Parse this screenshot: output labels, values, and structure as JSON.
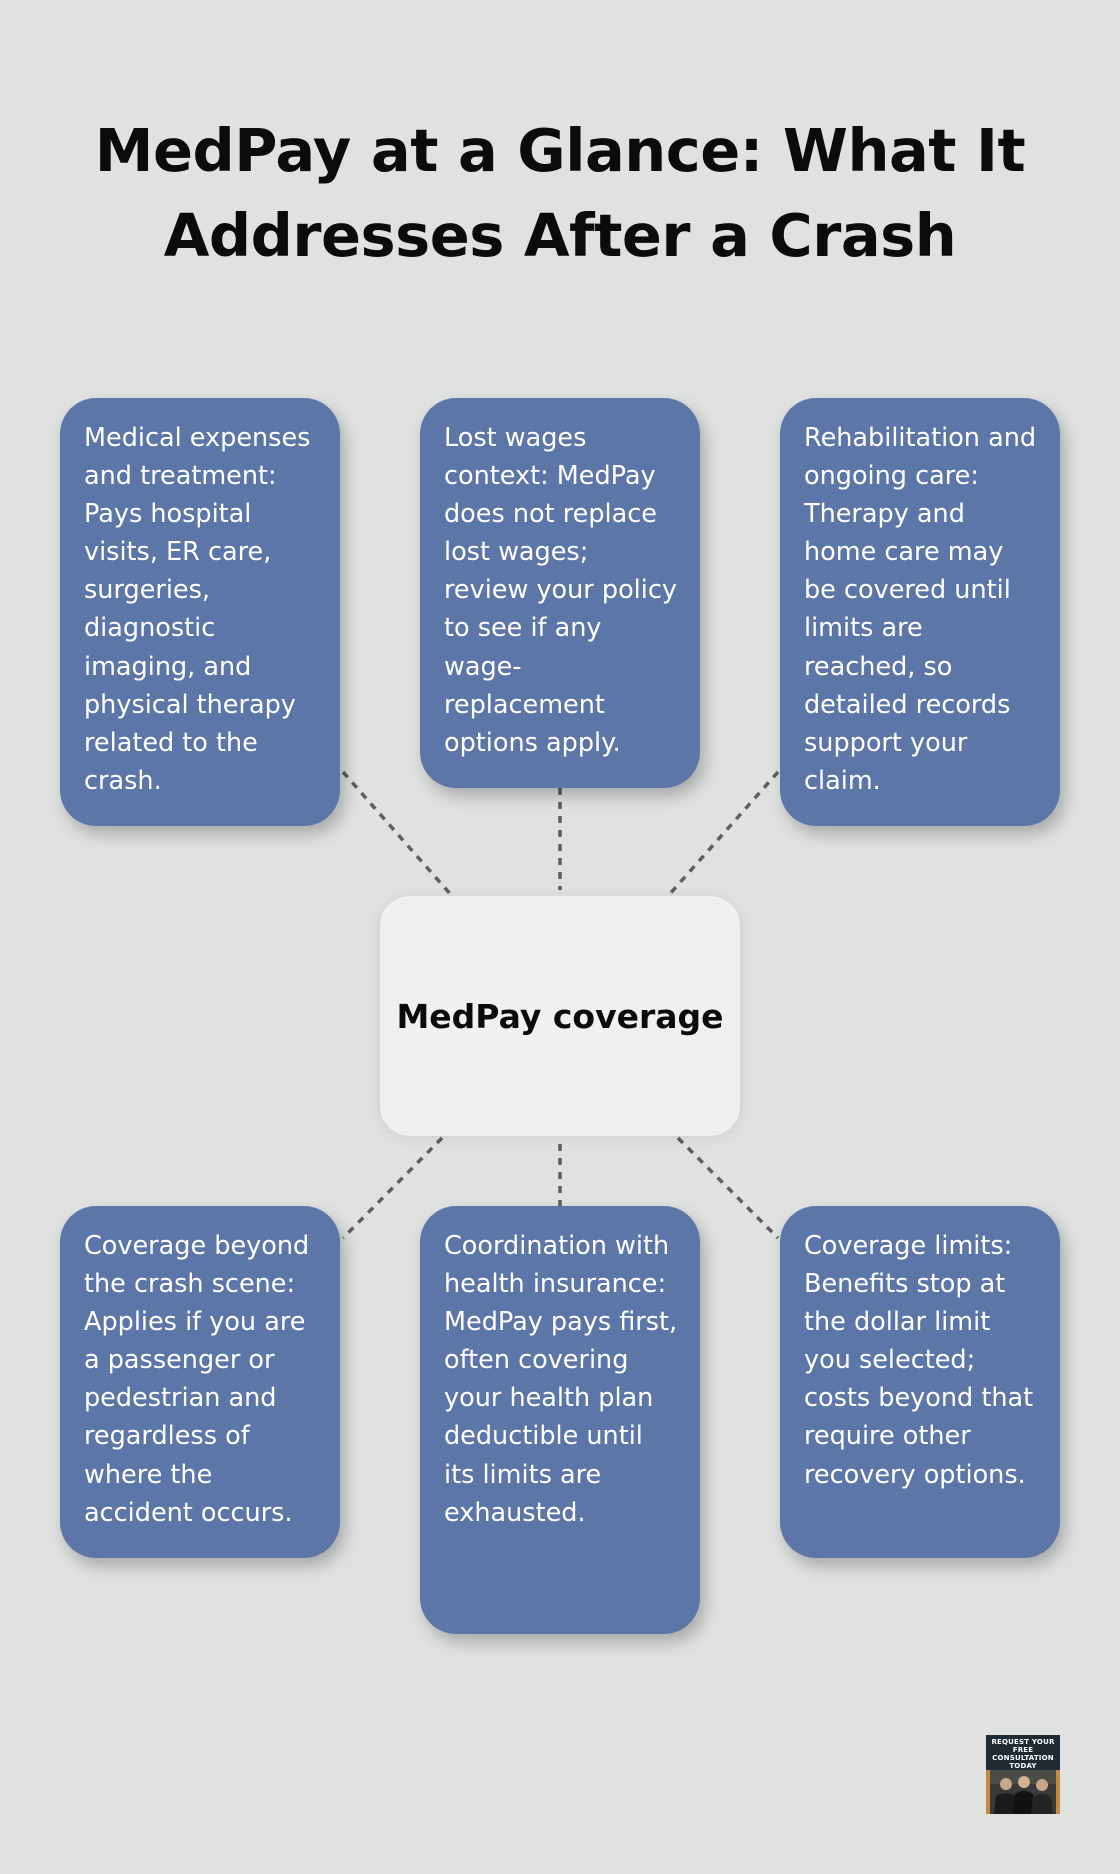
{
  "title": "MedPay at a Glance: What It Addresses After a Crash",
  "center_node": {
    "label": "MedPay coverage"
  },
  "nodes": [
    {
      "text": "Medical expenses and treatment: Pays hospital visits, ER care, surgeries, diagnostic imaging, and physical therapy related to the crash."
    },
    {
      "text": "Lost wages context: MedPay does not replace lost wages; review your policy to see if any wage-replacement options apply."
    },
    {
      "text": "Rehabilitation and ongoing care: Therapy and home care may be covered until limits are reached, so detailed records support your claim."
    },
    {
      "text": "Coverage beyond the crash scene: Applies if you are a passenger or pedestrian and regardless of where the accident occurs."
    },
    {
      "text": "Coordination with health insurance: MedPay pays first, often covering your health plan deductible until its limits are exhausted."
    },
    {
      "text": "Coverage limits: Benefits stop at the dollar limit you selected; costs beyond that require other recovery options."
    }
  ],
  "cta_badge": {
    "text": "REQUEST YOUR FREE CONSULTATION TODAY"
  },
  "colors": {
    "background": "#e0e2e2",
    "card": "#5d76a8",
    "center": "#eff0f2",
    "connector": "#5e5e5e"
  }
}
